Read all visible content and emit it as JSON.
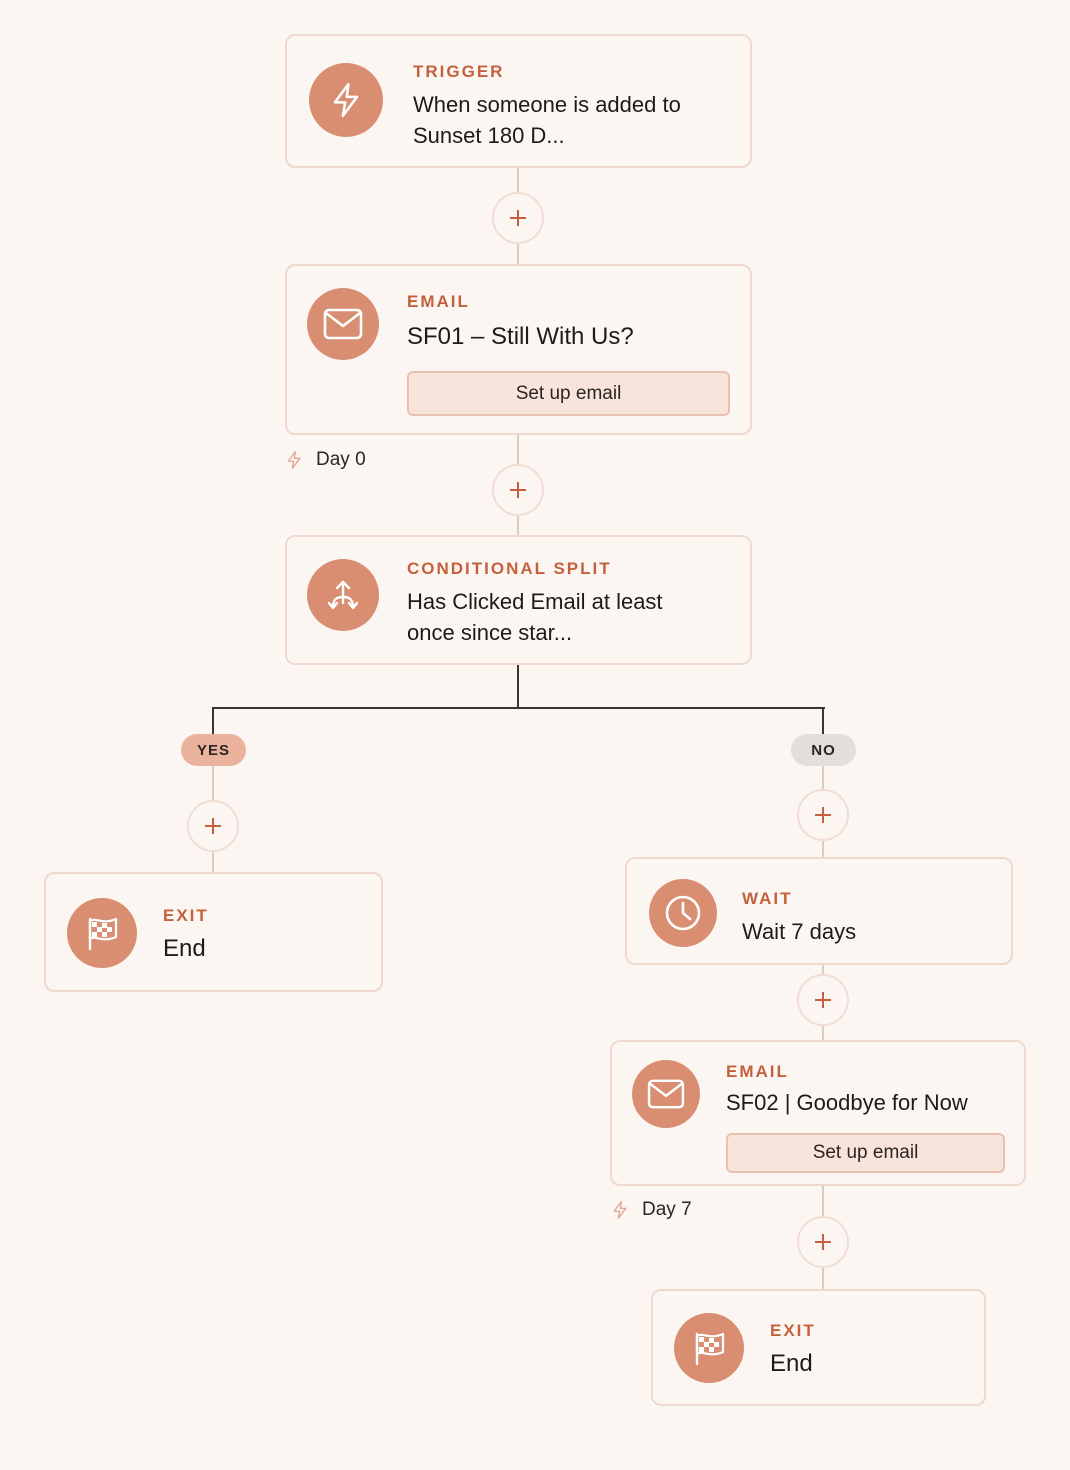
{
  "flow": {
    "trigger": {
      "kind": "TRIGGER",
      "line1": "When someone is added to",
      "line2": "Sunset 180 D...",
      "icon": "lightning-icon"
    },
    "email1": {
      "kind": "EMAIL",
      "title": "SF01 – Still With Us?",
      "button": "Set up email",
      "icon": "envelope-icon",
      "day": "Day 0"
    },
    "split": {
      "kind": "CONDITIONAL SPLIT",
      "line1": "Has Clicked Email at least",
      "line2": "once since star...",
      "icon": "split-arrows-icon",
      "yes_label": "YES",
      "no_label": "NO"
    },
    "exit_yes": {
      "kind": "EXIT",
      "title": "End",
      "icon": "checkered-flag-icon"
    },
    "wait": {
      "kind": "WAIT",
      "title": "Wait 7 days",
      "icon": "clock-icon"
    },
    "email2": {
      "kind": "EMAIL",
      "title": "SF02 | Goodbye for Now",
      "button": "Set up email",
      "icon": "envelope-icon",
      "day": "Day 7"
    },
    "exit_no": {
      "kind": "EXIT",
      "title": "End",
      "icon": "checkered-flag-icon"
    }
  },
  "colors": {
    "accent": "#c4613c",
    "icon_bg": "#d98e72",
    "card_border": "#efd9ce",
    "background": "#fcf6f3",
    "yes_badge": "#ebb39e",
    "no_badge": "#e2dedb"
  }
}
